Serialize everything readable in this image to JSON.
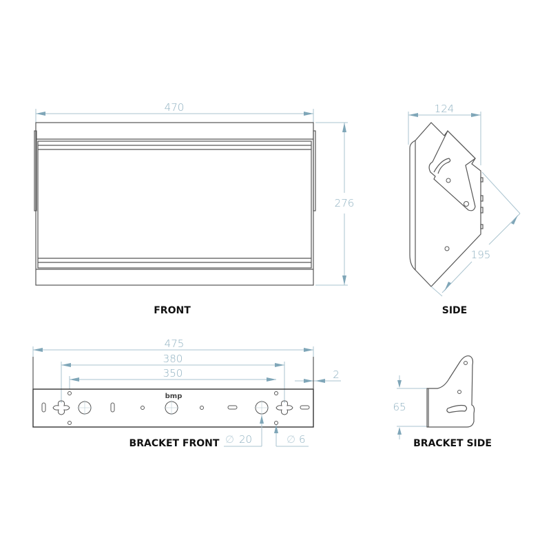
{
  "views": {
    "front": {
      "label": "FRONT",
      "width_dim": "470",
      "height_dim": "276"
    },
    "side": {
      "label": "SIDE",
      "depth_dim": "124",
      "diagonal_dim": "195"
    },
    "bracket_front": {
      "label": "BRACKET FRONT",
      "overall_width_dim": "475",
      "keyhole_spacing_dim": "380",
      "hole_spacing_dim": "350",
      "thickness_dim": "2",
      "large_hole_dim": "20",
      "small_hole_dim": "6",
      "diameter_symbol": "∅",
      "logo": "bmp"
    },
    "bracket_side": {
      "label": "BRACKET SIDE",
      "height_dim": "65"
    }
  },
  "colors": {
    "dimension": "#8eb0c0",
    "outline": "#555555",
    "label": "#111111"
  }
}
